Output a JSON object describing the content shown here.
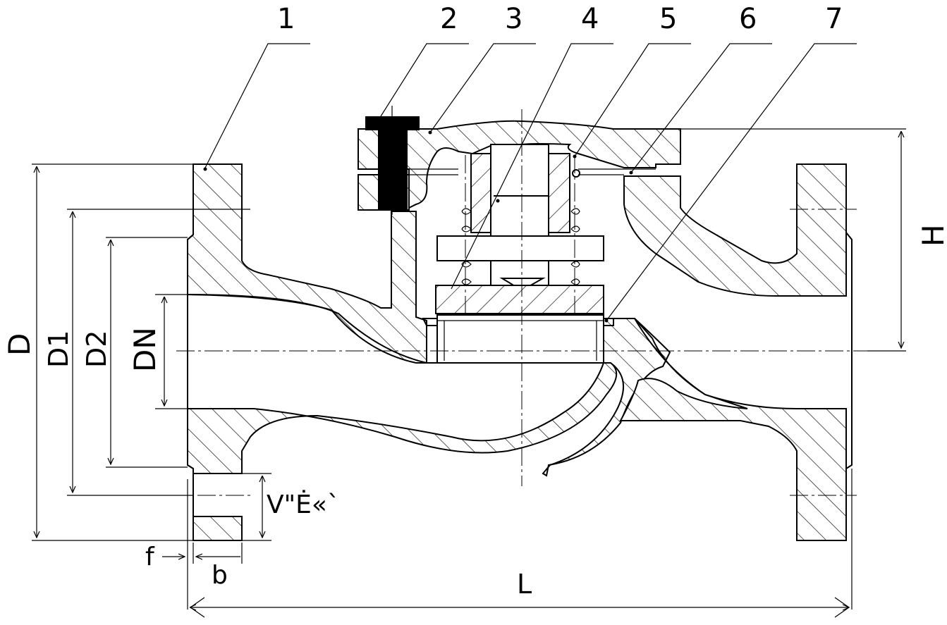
{
  "diagram": {
    "part_labels": [
      "1",
      "2",
      "3",
      "4",
      "5",
      "6",
      "7"
    ],
    "dimensions": {
      "D": "D",
      "D1": "D1",
      "D2": "D2",
      "DN": "DN",
      "H": "H",
      "L": "L",
      "f": "f",
      "b": "b",
      "bolt_hole": "V\"Ė«`"
    },
    "colors": {
      "line": "#000000",
      "background": "#ffffff",
      "bolt": "#000000"
    }
  }
}
